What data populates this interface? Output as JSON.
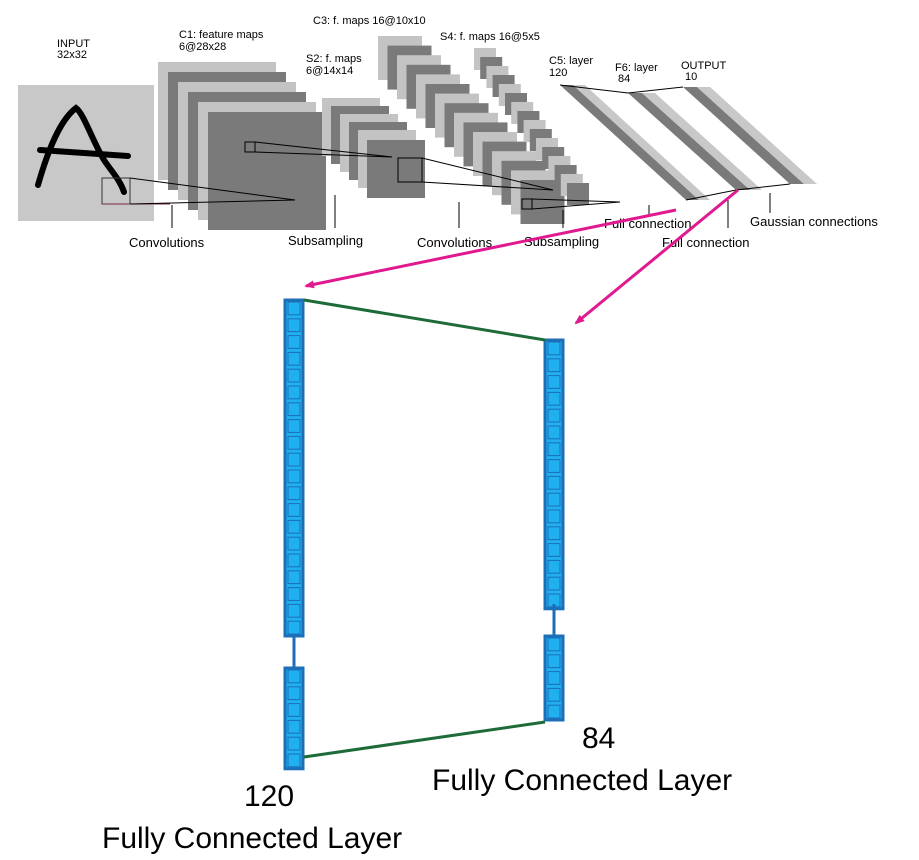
{
  "lenet": {
    "layers": {
      "input": {
        "name": "INPUT",
        "size": "32x32"
      },
      "c1": {
        "name": "C1: feature maps",
        "size": "6@28x28"
      },
      "s2": {
        "name": "S2: f. maps",
        "size": "6@14x14"
      },
      "c3": {
        "name": "C3: f. maps 16@10x10"
      },
      "s4": {
        "name": "S4: f. maps 16@5x5"
      },
      "c5": {
        "name": "C5: layer",
        "size": "120"
      },
      "f6": {
        "name": "F6: layer",
        "size": "84"
      },
      "output": {
        "name": "OUTPUT",
        "size": "10"
      }
    },
    "operations": {
      "conv1": "Convolutions",
      "sub1": "Subsampling",
      "conv2": "Convolutions",
      "sub2": "Subsampling",
      "full1": "Full connection",
      "full2": "Full connection",
      "gauss": "Gaussian connections"
    }
  },
  "zoom": {
    "left": {
      "count": "120",
      "label": "Fully Connected Layer",
      "top_cells": 20,
      "bottom_cells": 6
    },
    "right": {
      "count": "84",
      "label": "Fully Connected Layer",
      "top_cells": 16,
      "bottom_cells": 5
    }
  },
  "colors": {
    "arrow": "#e0198f",
    "link": "#1e6b3a",
    "cell_fill": "#20b0ef",
    "cell_border": "#1c6fb7",
    "map_dark": "#7a7a7a",
    "map_light": "#c3c3c3"
  }
}
